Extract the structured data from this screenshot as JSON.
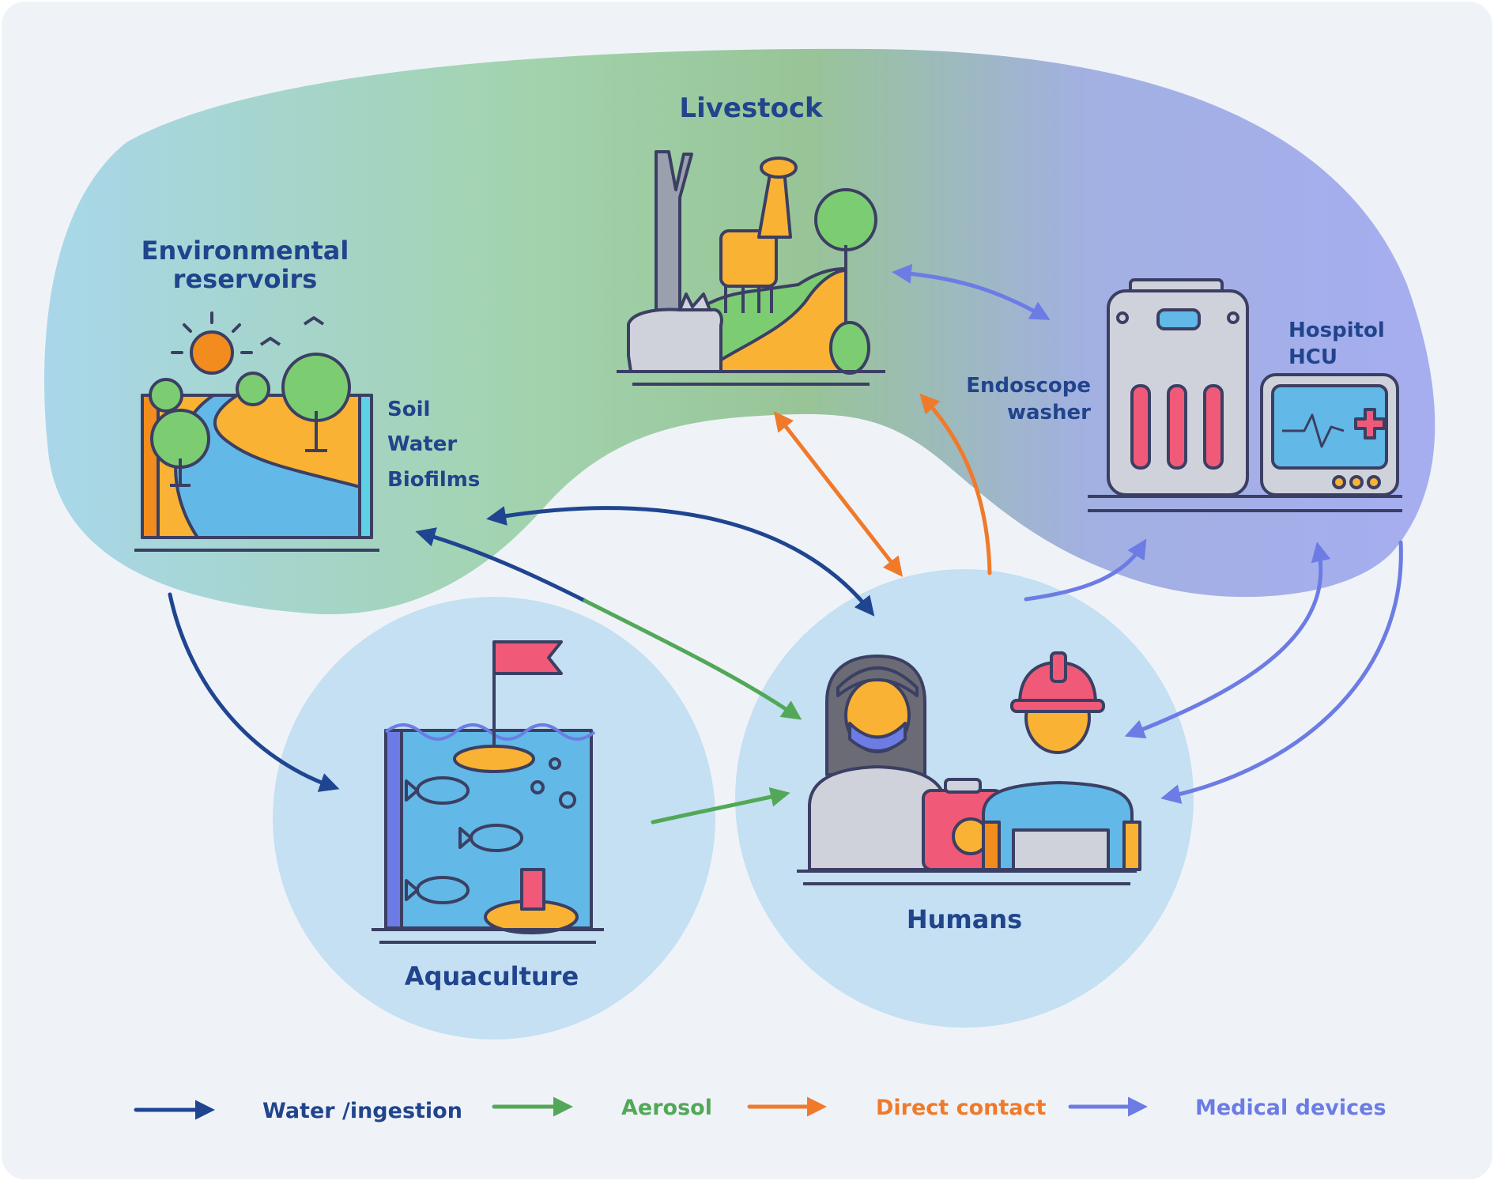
{
  "nodes": {
    "livestock": {
      "title": "Livestock"
    },
    "environmental": {
      "title_line1": "Environmental",
      "title_line2": "reservoirs",
      "sub1": "Soil",
      "sub2": "Water",
      "sub3": "Biofilms"
    },
    "endoscope": {
      "line1": "Endoscope",
      "line2": "washer"
    },
    "hospital": {
      "line1": "Hospitol",
      "line2": "HCU"
    },
    "aquaculture": {
      "title": "Aquaculture"
    },
    "humans": {
      "title": "Humans"
    }
  },
  "legend": {
    "water": "Water  /ingestion",
    "aerosol": "Aerosol",
    "contact": "Direct contact",
    "medical": "Medical devices"
  },
  "colors": {
    "water": "#1f4591",
    "aerosol": "#52a858",
    "contact": "#f07a2a",
    "medical": "#6c7ce4",
    "label": "#21448c",
    "circle": "#c4e0f2",
    "background": "#eff3f8"
  }
}
